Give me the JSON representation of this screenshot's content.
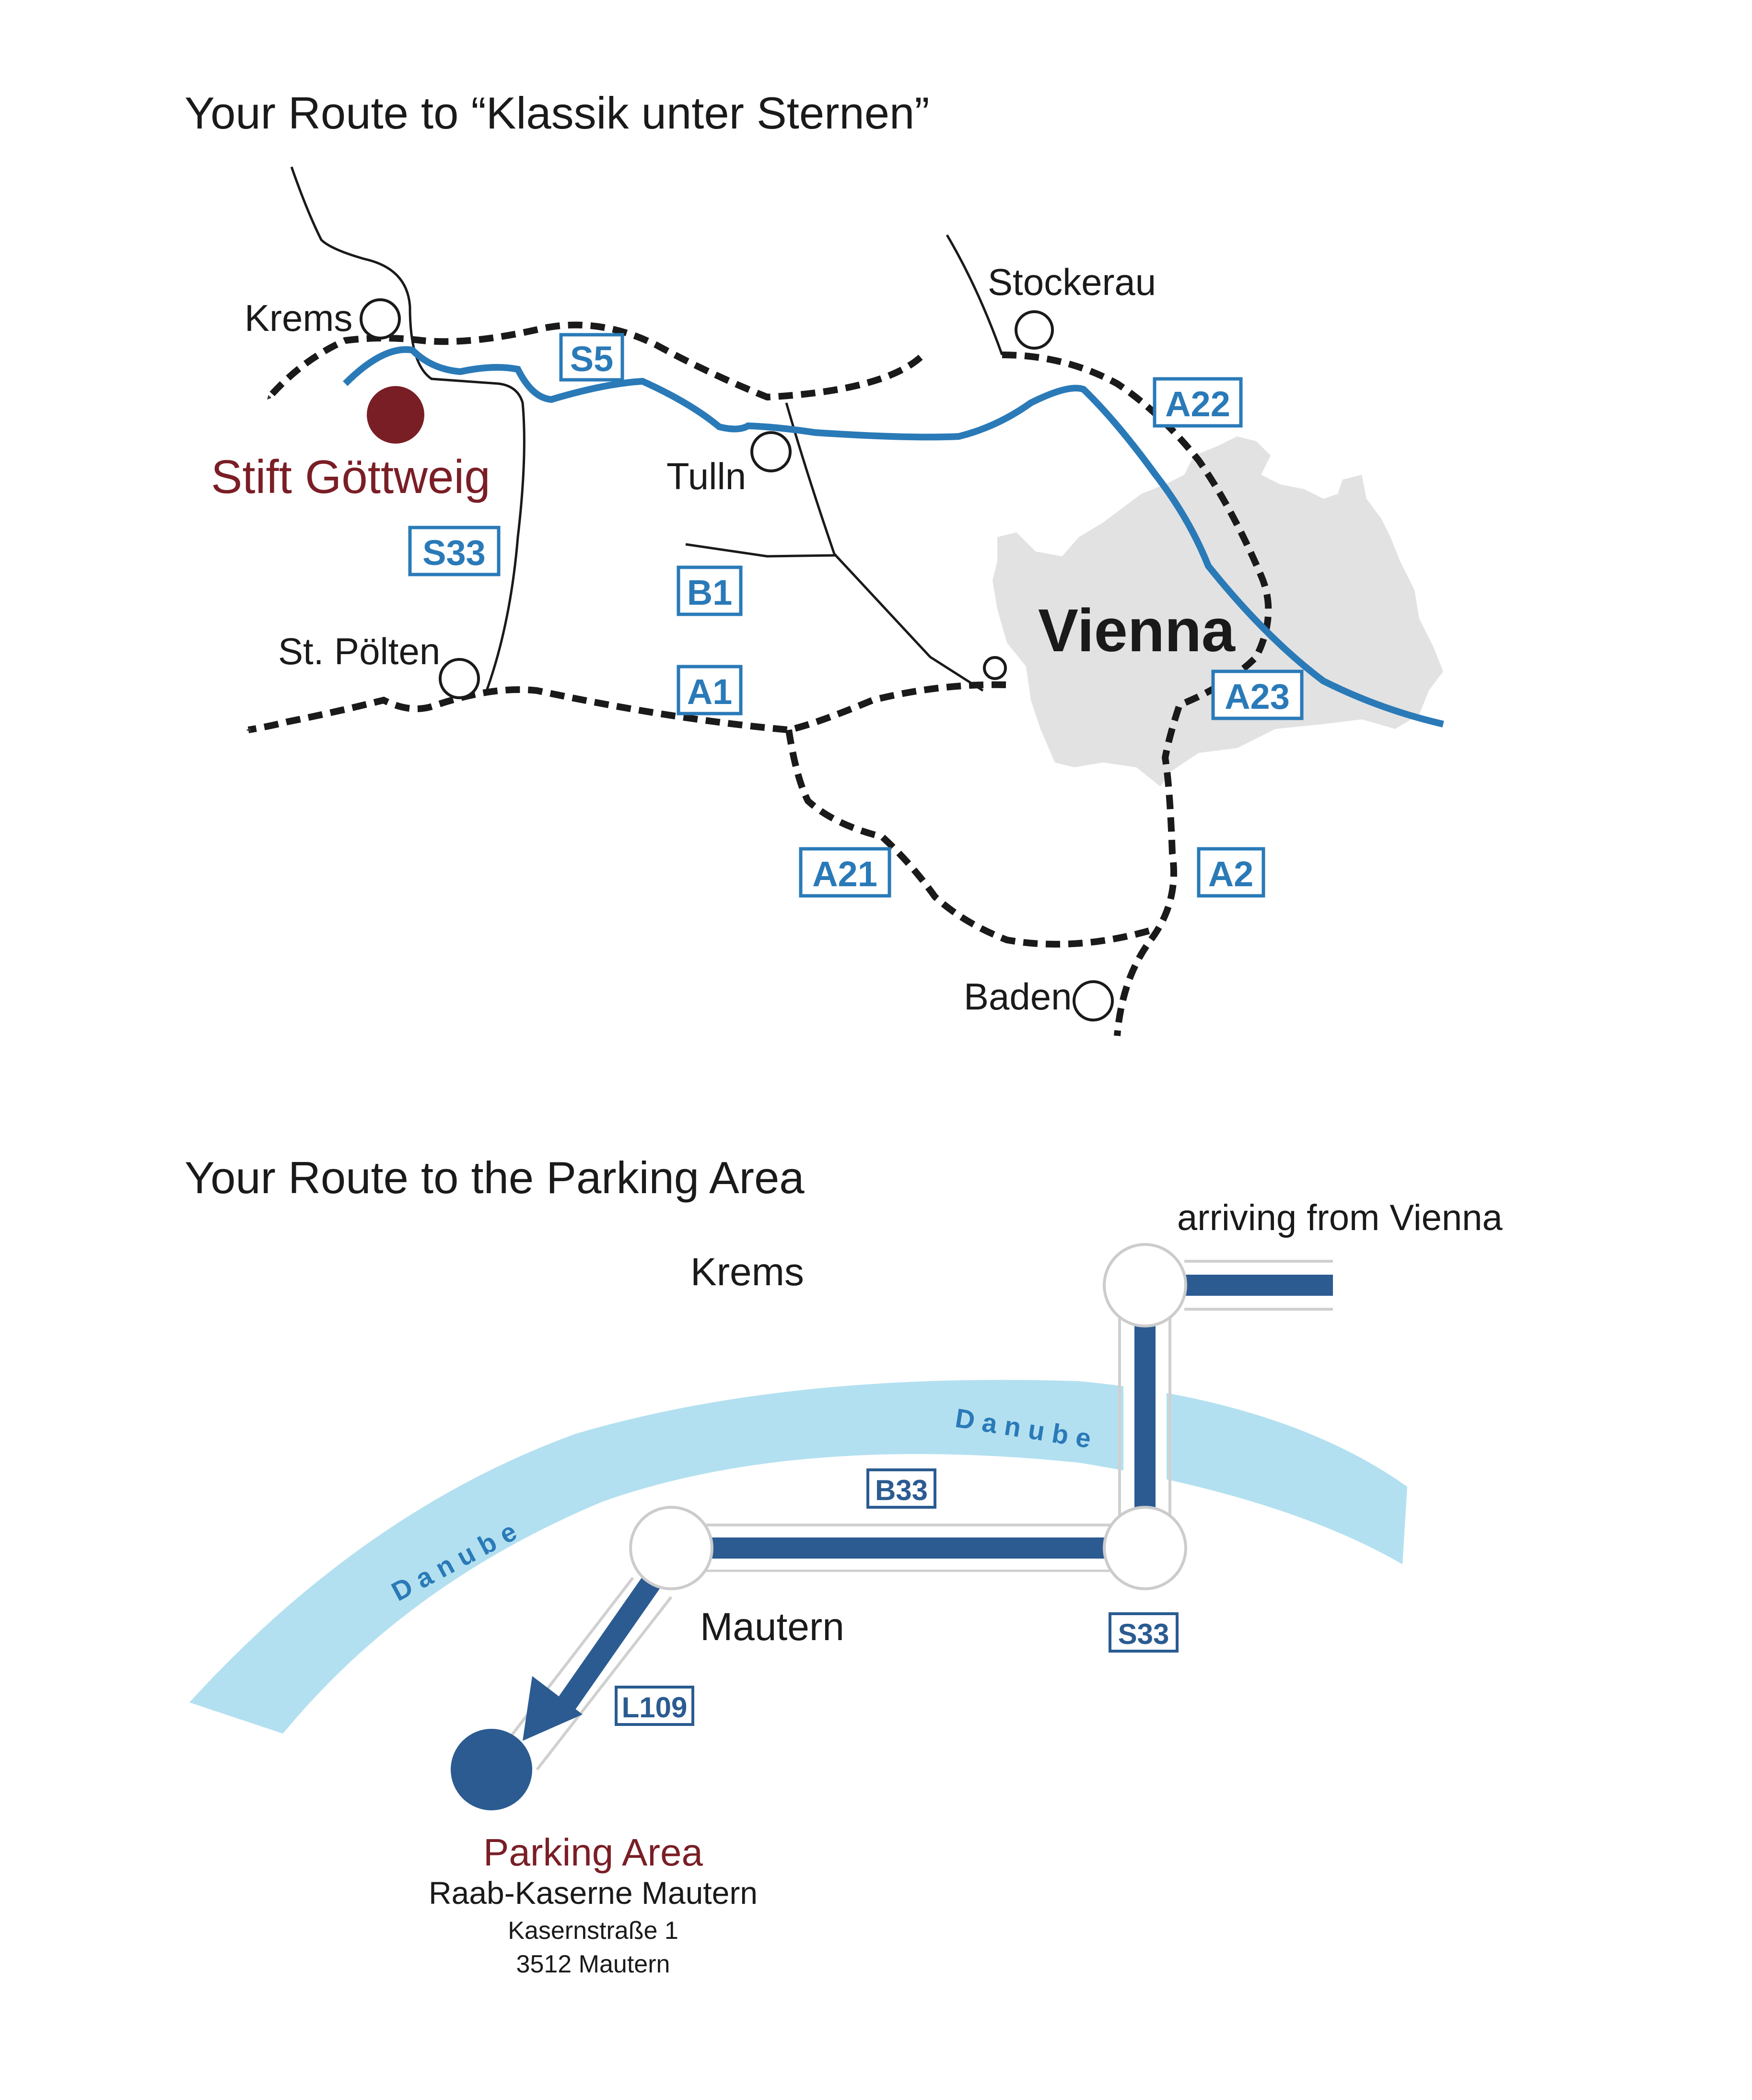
{
  "map1": {
    "title": "Your Route to “Klassik unter Sternen”",
    "cities": {
      "krems": "Krems",
      "stockerau": "Stockerau",
      "tulln": "Tulln",
      "st_poelten": "St. Pölten",
      "vienna": "Vienna",
      "baden": "Baden"
    },
    "destination": "Stift Göttweig",
    "road_signs": {
      "s5": "S5",
      "a22": "A22",
      "s33": "S33",
      "b1": "B1",
      "a1": "A1",
      "a23": "A23",
      "a21": "A21",
      "a2": "A2"
    }
  },
  "map2": {
    "title": "Your Route to the Parking Area",
    "arriving": "arriving from Vienna",
    "krems": "Krems",
    "river_1": "Danube",
    "river_2": "Danube",
    "mautern": "Mautern",
    "road_signs": {
      "b33": "B33",
      "s33": "S33",
      "l109": "L109"
    },
    "parking": {
      "title": "Parking Area",
      "name": "Raab-Kaserne Mautern",
      "street": "Kasernstraße 1",
      "city": "3512 Mautern"
    }
  },
  "colors": {
    "route_blue": "#2a7ab8",
    "sign_blue": "#2a7ab8",
    "dark_route": "#2b5b91",
    "destination_red": "#7a1e26",
    "vienna_gray": "#e2e2e2",
    "danube": "#b3e0f0",
    "text": "#1a1a1a"
  }
}
